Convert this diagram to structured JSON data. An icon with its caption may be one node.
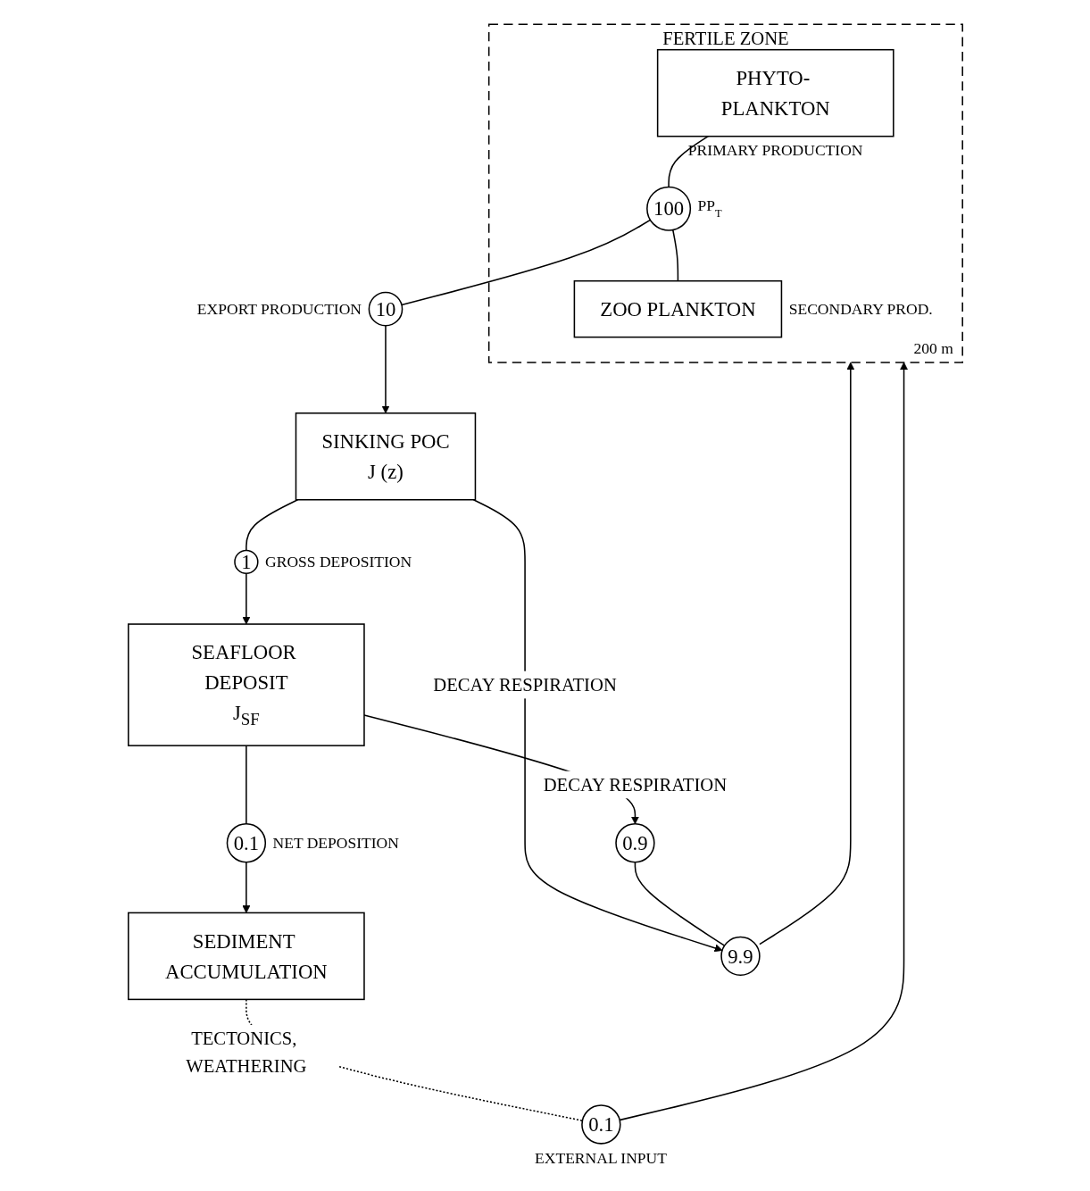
{
  "diagram": {
    "nodes": [
      {
        "text": [
          "FERTILE ZONE",
          "200 m"
        ]
      },
      {
        "text": [
          "PHYTO- PLANKTON"
        ],
        "in": 0,
        "beside": [
          "PRIMARY PRODUCTION"
        ]
      },
      {
        "text": [
          "100"
        ],
        "in": 0,
        "beside": [
          "PP$_{T}$"
        ]
      },
      {
        "text": [
          "ZOO PLANKTON"
        ],
        "in": 0,
        "beside": [
          "SECONDARY PROD."
        ]
      },
      {
        "text": [
          "0.1"
        ],
        "beside": [
          "EXTERNAL INPUT"
        ]
      },
      {
        "text": [
          "10"
        ],
        "beside": [
          "EXPORT PRODUCTION"
        ]
      },
      {
        "text": [
          "SINKING POC",
          "J (z)"
        ]
      },
      {
        "text": [
          "1"
        ],
        "beside": [
          "GROSS DEPOSITION"
        ]
      },
      {
        "text": [
          "SEAFLOOR DEPOSIT",
          "J$_{SF}$"
        ]
      },
      {
        "text": [
          "0.1"
        ],
        "beside": [
          "NET DEPOSITION"
        ]
      },
      {
        "text": [
          "SEDIMENT ACCUMULATION"
        ]
      },
      {
        "text": [
          "9.9"
        ]
      },
      {
        "text": [
          "0.9"
        ]
      }
    ],
    "edges": [
      {
        "from": 1,
        "to": 2,
        "arrow": "none"
      },
      {
        "from": 2,
        "to": 3,
        "arrow": "none"
      },
      {
        "from": 2,
        "to": 5,
        "arrow": "none"
      },
      {
        "from": 5,
        "to": 6,
        "arrow": "to"
      },
      {
        "from": 6,
        "to": 7,
        "arrow": "none"
      },
      {
        "from": 7,
        "to": 8,
        "arrow": "to"
      },
      {
        "from": 8,
        "to": 9,
        "arrow": "none"
      },
      {
        "from": 9,
        "to": 10,
        "arrow": "to"
      },
      {
        "from": 10,
        "to": 4,
        "arrow": "none",
        "style": "dashed",
        "label": "TECTONICS, WEATHERING"
      },
      {
        "from": 4,
        "to": 0,
        "arrow": "to"
      },
      {
        "from": 6,
        "to": 11,
        "arrow": "to",
        "label": "DECAY RESPIRATION"
      },
      {
        "from": 8,
        "to": 12,
        "arrow": "to",
        "label": "DECAY RESPIRATION"
      },
      {
        "from": 12,
        "to": 11,
        "arrow": "none"
      },
      {
        "from": 11,
        "to": 0,
        "arrow": "to"
      }
    ]
  }
}
